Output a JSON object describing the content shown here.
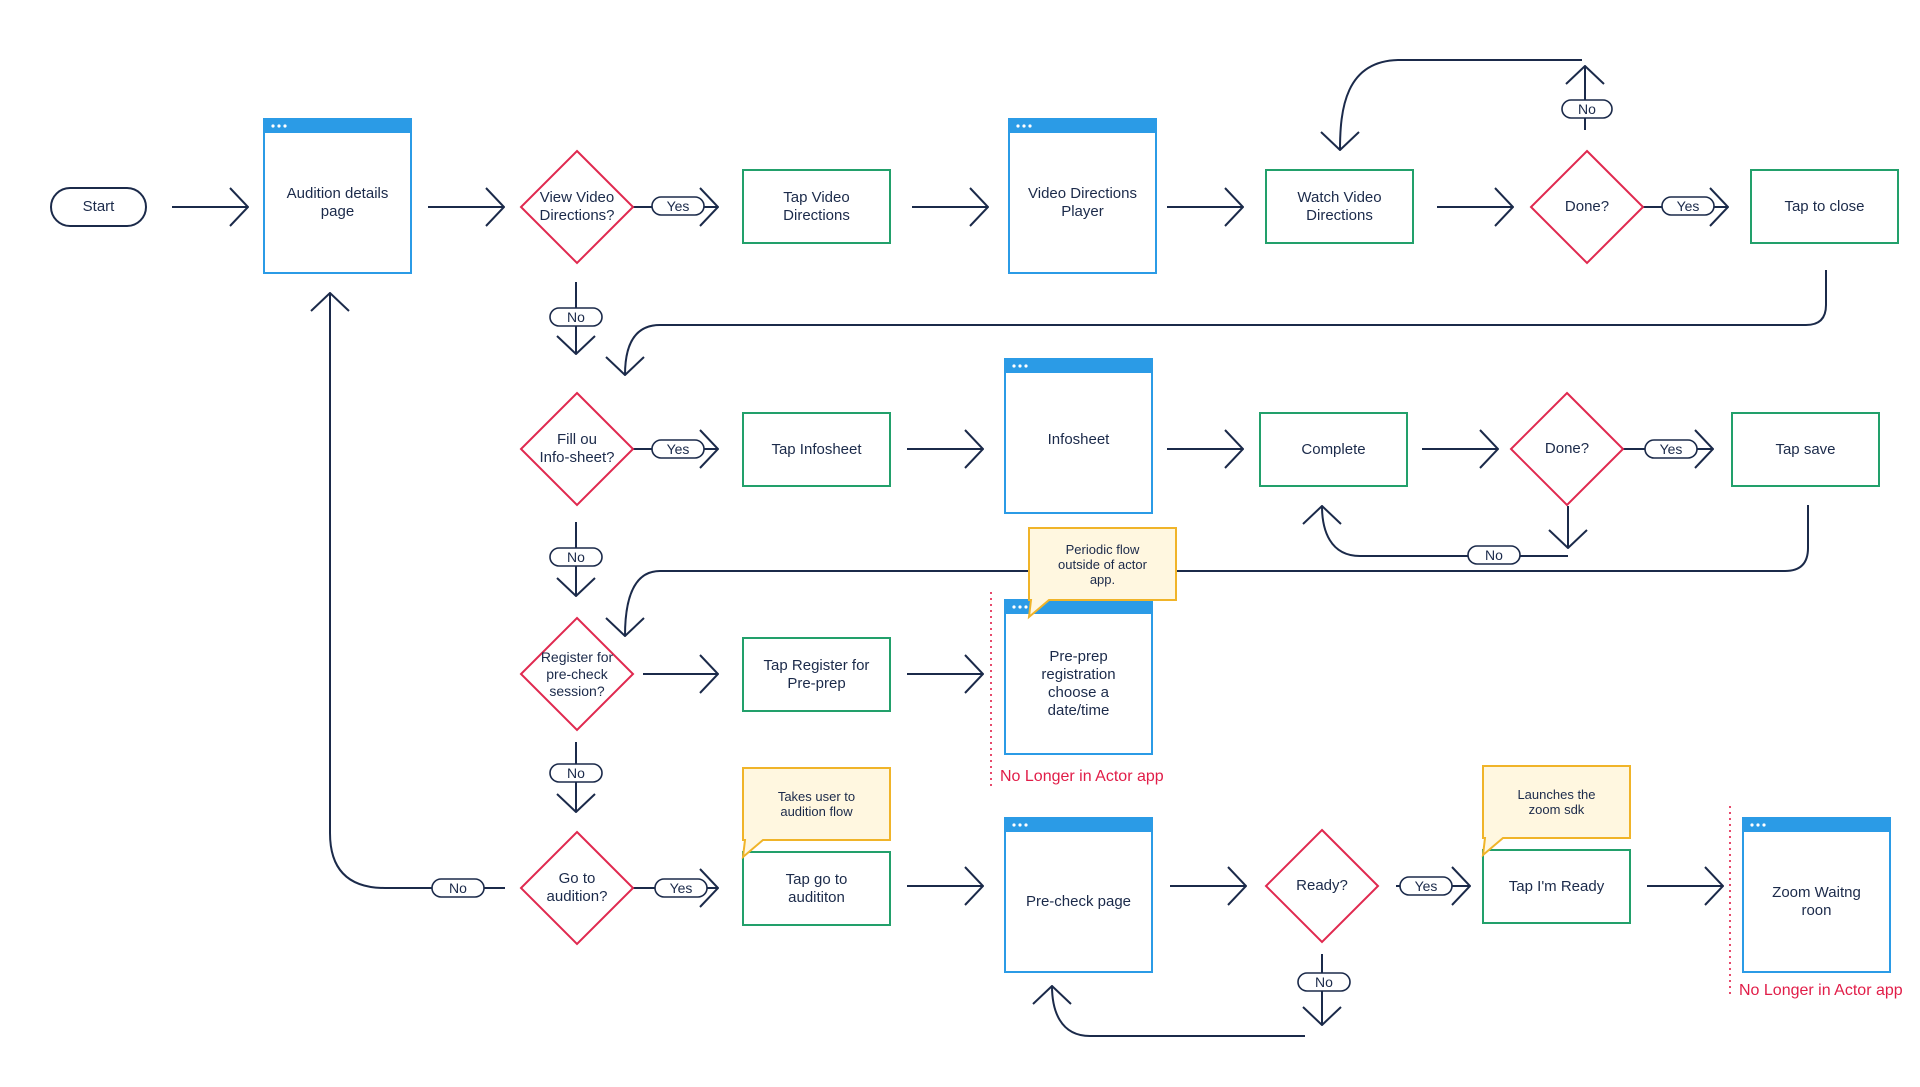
{
  "colors": {
    "screen": "#2b9be6",
    "action": "#22a06b",
    "decision": "#e0294f",
    "note_border": "#f0b429",
    "note_fill": "#fff7e0",
    "line": "#1b2a4a",
    "warning_text": "#e11d48"
  },
  "nodes": {
    "start": "Start",
    "audition_details": "Audition details\npage",
    "view_video_q": "View Video\nDirections?",
    "tap_video": "Tap Video\nDirections",
    "video_player": "Video Directions\nPlayer",
    "watch_video": "Watch Video\nDirections",
    "done_video_q": "Done?",
    "tap_close": "Tap to close",
    "fill_info_q": "Fill ou\nInfo-sheet?",
    "tap_infosheet": "Tap Infosheet",
    "infosheet": "Infosheet",
    "complete": "Complete",
    "done_info_q": "Done?",
    "tap_save": "Tap save",
    "register_q": "Register for\npre-check\nsession?",
    "tap_register": "Tap Register for\nPre-prep",
    "preprep": "Pre-prep\nregistration\nchoose a\ndate/time",
    "go_audition_q": "Go to\naudition?",
    "tap_go": "Tap go to\naudititon",
    "precheck_page": "Pre-check page",
    "ready_q": "Ready?",
    "tap_ready": "Tap I'm Ready",
    "zoom_room": "Zoom Waitng\nroon"
  },
  "edge_labels": {
    "yes": "Yes",
    "no": "No"
  },
  "notes": {
    "periodic_flow": "Periodic flow\noutside of actor\napp.",
    "takes_user": "Takes user to\naudition flow",
    "launches_zoom": "Launches the\nzoom sdk"
  },
  "warnings": {
    "no_longer_1": "No Longer in Actor app",
    "no_longer_2": "No Longer in Actor app"
  },
  "icons": {
    "window_dots": "window-dots-icon"
  }
}
